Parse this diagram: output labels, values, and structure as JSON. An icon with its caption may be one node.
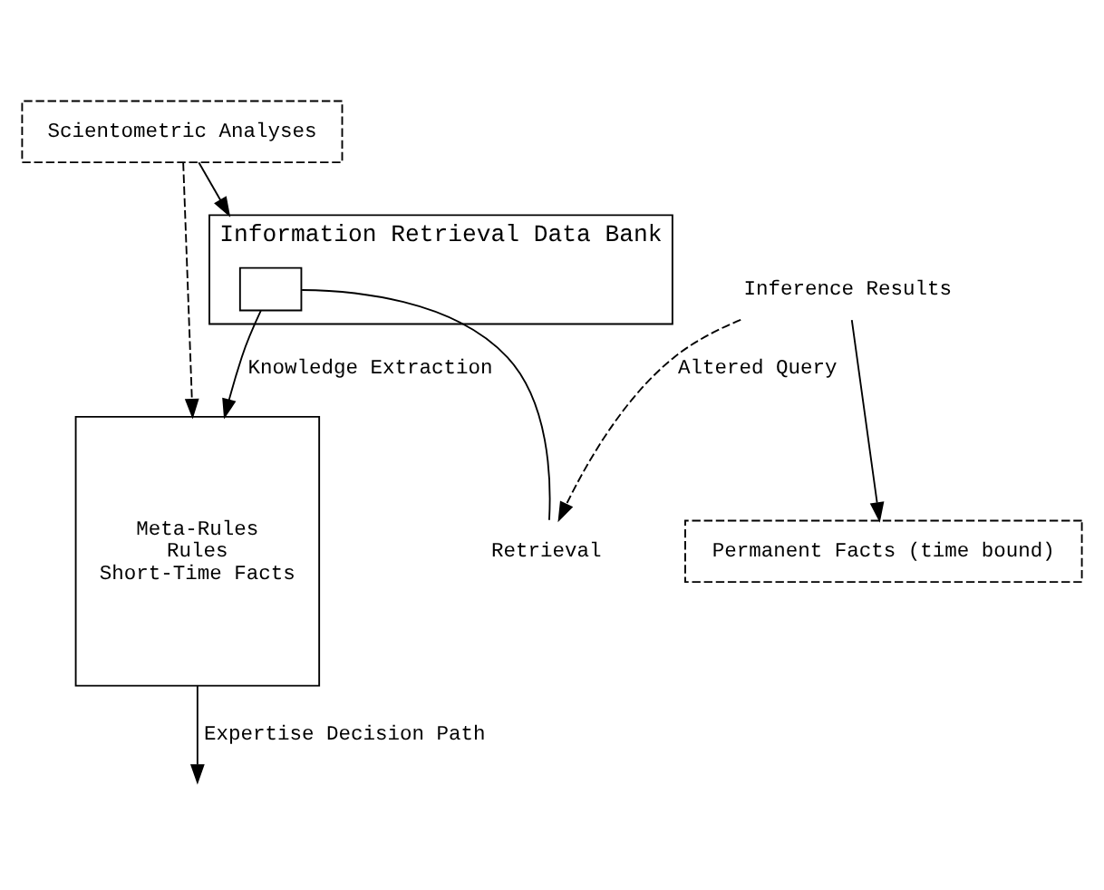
{
  "diagram": {
    "nodes": [
      {
        "text": [
          "Scientometric Analyses"
        ]
      },
      {
        "text": [
          "Information Retrieval Data Bank"
        ]
      },
      {
        "text": [],
        "shape": "box",
        "in": 1
      },
      {
        "text": [
          "Meta-Rules",
          "Rules",
          "Short-Time Facts"
        ]
      },
      {
        "text": [
          "Permanent Facts (time bound)"
        ]
      },
      {
        "text": [
          "Inference Results"
        ]
      },
      {
        "text": [
          "Retrieval"
        ]
      }
    ],
    "edges": [
      {
        "from": 0,
        "to": 3,
        "arrow": "to",
        "style": "dashed"
      },
      {
        "from": 0,
        "to": 1,
        "arrow": "to"
      },
      {
        "from": 2,
        "to": 3,
        "arrow": "to",
        "label": "Knowledge Extraction"
      },
      {
        "from": 3,
        "to": null,
        "arrow": "to",
        "label": "Expertise Decision Path"
      },
      {
        "from": 5,
        "to": 4,
        "arrow": "to"
      },
      {
        "from": 2,
        "to": 6,
        "arrow": "none"
      },
      {
        "from": 5,
        "to": 6,
        "arrow": "to",
        "style": "dashed",
        "label": "Altered Query"
      }
    ]
  }
}
